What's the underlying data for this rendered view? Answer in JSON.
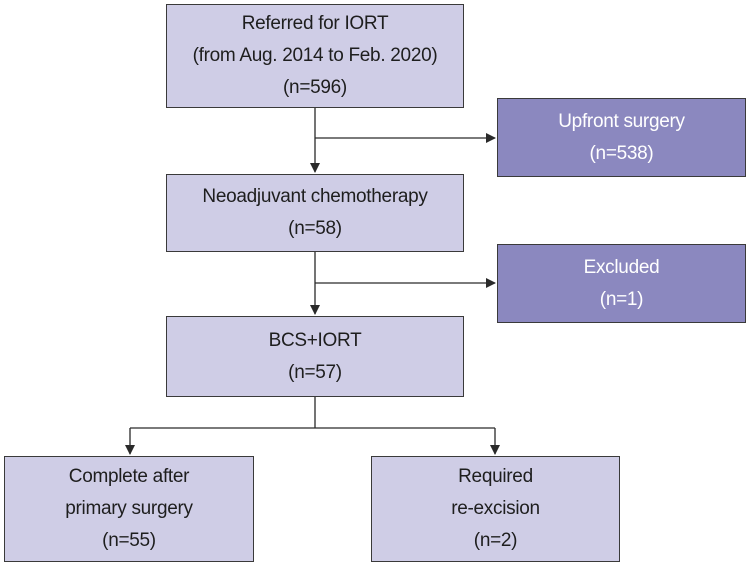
{
  "colors": {
    "light_box": "#cfcde6",
    "dark_box": "#8b88bf",
    "line": "#2a2a2a"
  },
  "boxes": {
    "referred": {
      "line1": "Referred for IORT",
      "line2": "(from Aug. 2014 to Feb. 2020)",
      "line3": "(n=596)"
    },
    "upfront_surgery": {
      "line1": "Upfront surgery",
      "line2": "(n=538)"
    },
    "neoadjuvant": {
      "line1": "Neoadjuvant chemotherapy",
      "line2": "(n=58)"
    },
    "excluded": {
      "line1": "Excluded",
      "line2": "(n=1)"
    },
    "bcs_iort": {
      "line1": "BCS+IORT",
      "line2": "(n=57)"
    },
    "complete": {
      "line1": "Complete after",
      "line2": "primary surgery",
      "line3": "(n=55)"
    },
    "reexcision": {
      "line1": "Required",
      "line2": "re-excision",
      "line3": "(n=2)"
    }
  }
}
